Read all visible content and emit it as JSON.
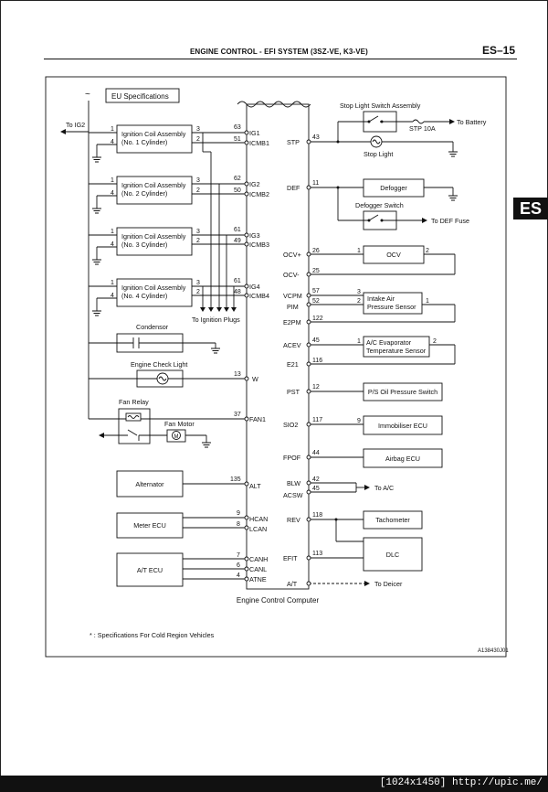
{
  "header": {
    "title": "ENGINE CONTROL - EFI SYSTEM (3SZ-VE, K3-VE)",
    "page": "ES–15"
  },
  "tab": "ES",
  "eu_label": "EU Specifications",
  "to_ig2": "To IG2",
  "coils": [
    {
      "name": "Ignition Coil Assembly",
      "sub": "(No. 1 Cylinder)",
      "p1": "1",
      "p2": "3",
      "p3": "4",
      "p4": "2",
      "pa": "63",
      "pb": "51",
      "sa": "IG1",
      "sb": "ICMB1"
    },
    {
      "name": "Ignition Coil Assembly",
      "sub": "(No. 2 Cylinder)",
      "p1": "1",
      "p2": "3",
      "p3": "4",
      "p4": "2",
      "pa": "62",
      "pb": "50",
      "sa": "IG2",
      "sb": "ICMB2"
    },
    {
      "name": "Ignition Coil Assembly",
      "sub": "(No. 3 Cylinder)",
      "p1": "1",
      "p2": "3",
      "p3": "4",
      "p4": "2",
      "pa": "61",
      "pb": "49",
      "sa": "IG3",
      "sb": "ICMB3"
    },
    {
      "name": "Ignition Coil Assembly",
      "sub": "(No. 4 Cylinder)",
      "p1": "1",
      "p2": "3",
      "p3": "4",
      "p4": "2",
      "pa": "61",
      "pb": "48",
      "sa": "IG4",
      "sb": "ICMB4"
    }
  ],
  "to_ignition_plugs": "To Ignition Plugs",
  "condensor": "Condensor",
  "engine_check_light": "Engine Check Light",
  "w_pin": "13",
  "w_sig": "W",
  "fan_relay": "Fan Relay",
  "fan_motor": "Fan Motor",
  "fan_pin": "37",
  "fan_sig": "FAN1",
  "alternator": "Alternator",
  "alt_pin": "135",
  "alt_sig": "ALT",
  "meter_ecu": "Meter ECU",
  "hcan_pin": "9",
  "hcan": "HCAN",
  "lcan_pin": "8",
  "lcan": "LCAN",
  "at_ecu": "A/T ECU",
  "canh_pin": "7",
  "canh": "CANH",
  "canl_pin": "6",
  "canl": "CANL",
  "atne_pin": "4",
  "atne": "ATNE",
  "ecu_label": "Engine Control Computer",
  "footnote": "* : Specifications For Cold Region Vehicles",
  "ref_code": "A138430J01",
  "right": {
    "stop_switch": "Stop Light Switch Assembly",
    "to_battery": "To Battery",
    "fuse": "STP 10A",
    "stop_light": "Stop Light",
    "stp_pin": "43",
    "stp": "STP",
    "defogger": "Defogger",
    "def_pin": "11",
    "def": "DEF",
    "defogger_switch": "Defogger Switch",
    "to_def_fuse": "To DEF Fuse",
    "ocv": "OCV",
    "ocvp_pin": "26",
    "ocvp": "OCV+",
    "ocvm_pin": "25",
    "ocvm": "OCV-",
    "ocv_a": "1",
    "ocv_b": "2",
    "iap1": "Intake Air",
    "iap2": "Pressure Sensor",
    "vcpm_pin": "57",
    "vcpm": "VCPM",
    "pim_pin": "52",
    "pim": "PIM",
    "e2pm_pin": "122",
    "e2pm": "E2PM",
    "iap_a": "3",
    "iap_b": "2",
    "iap_c": "1",
    "ace1": "A/C Evaporator",
    "ace2": "Temperature Sensor",
    "acev_pin": "45",
    "acev": "ACEV",
    "e21_pin": "116",
    "e21": "E21",
    "ace_a": "1",
    "ace_b": "2",
    "ps": "P/S Oil Pressure Switch",
    "pst_pin": "12",
    "pst": "PST",
    "immob": "Immobiliser ECU",
    "sio2_pin": "117",
    "sio2": "SIO2",
    "immob_pin": "9",
    "airbag": "Airbag ECU",
    "fpof_pin": "44",
    "fpof": "FPOF",
    "blw_pin": "42",
    "blw": "BLW",
    "acsw_pin": "45",
    "acsw": "ACSW",
    "to_ac": "To A/C",
    "tach": "Tachometer",
    "rev_pin": "118",
    "rev": "REV",
    "dlc": "DLC",
    "efit_pin": "113",
    "efit": "EFIT",
    "at_sig": "A/T",
    "to_deicer": "To Deicer"
  }
}
